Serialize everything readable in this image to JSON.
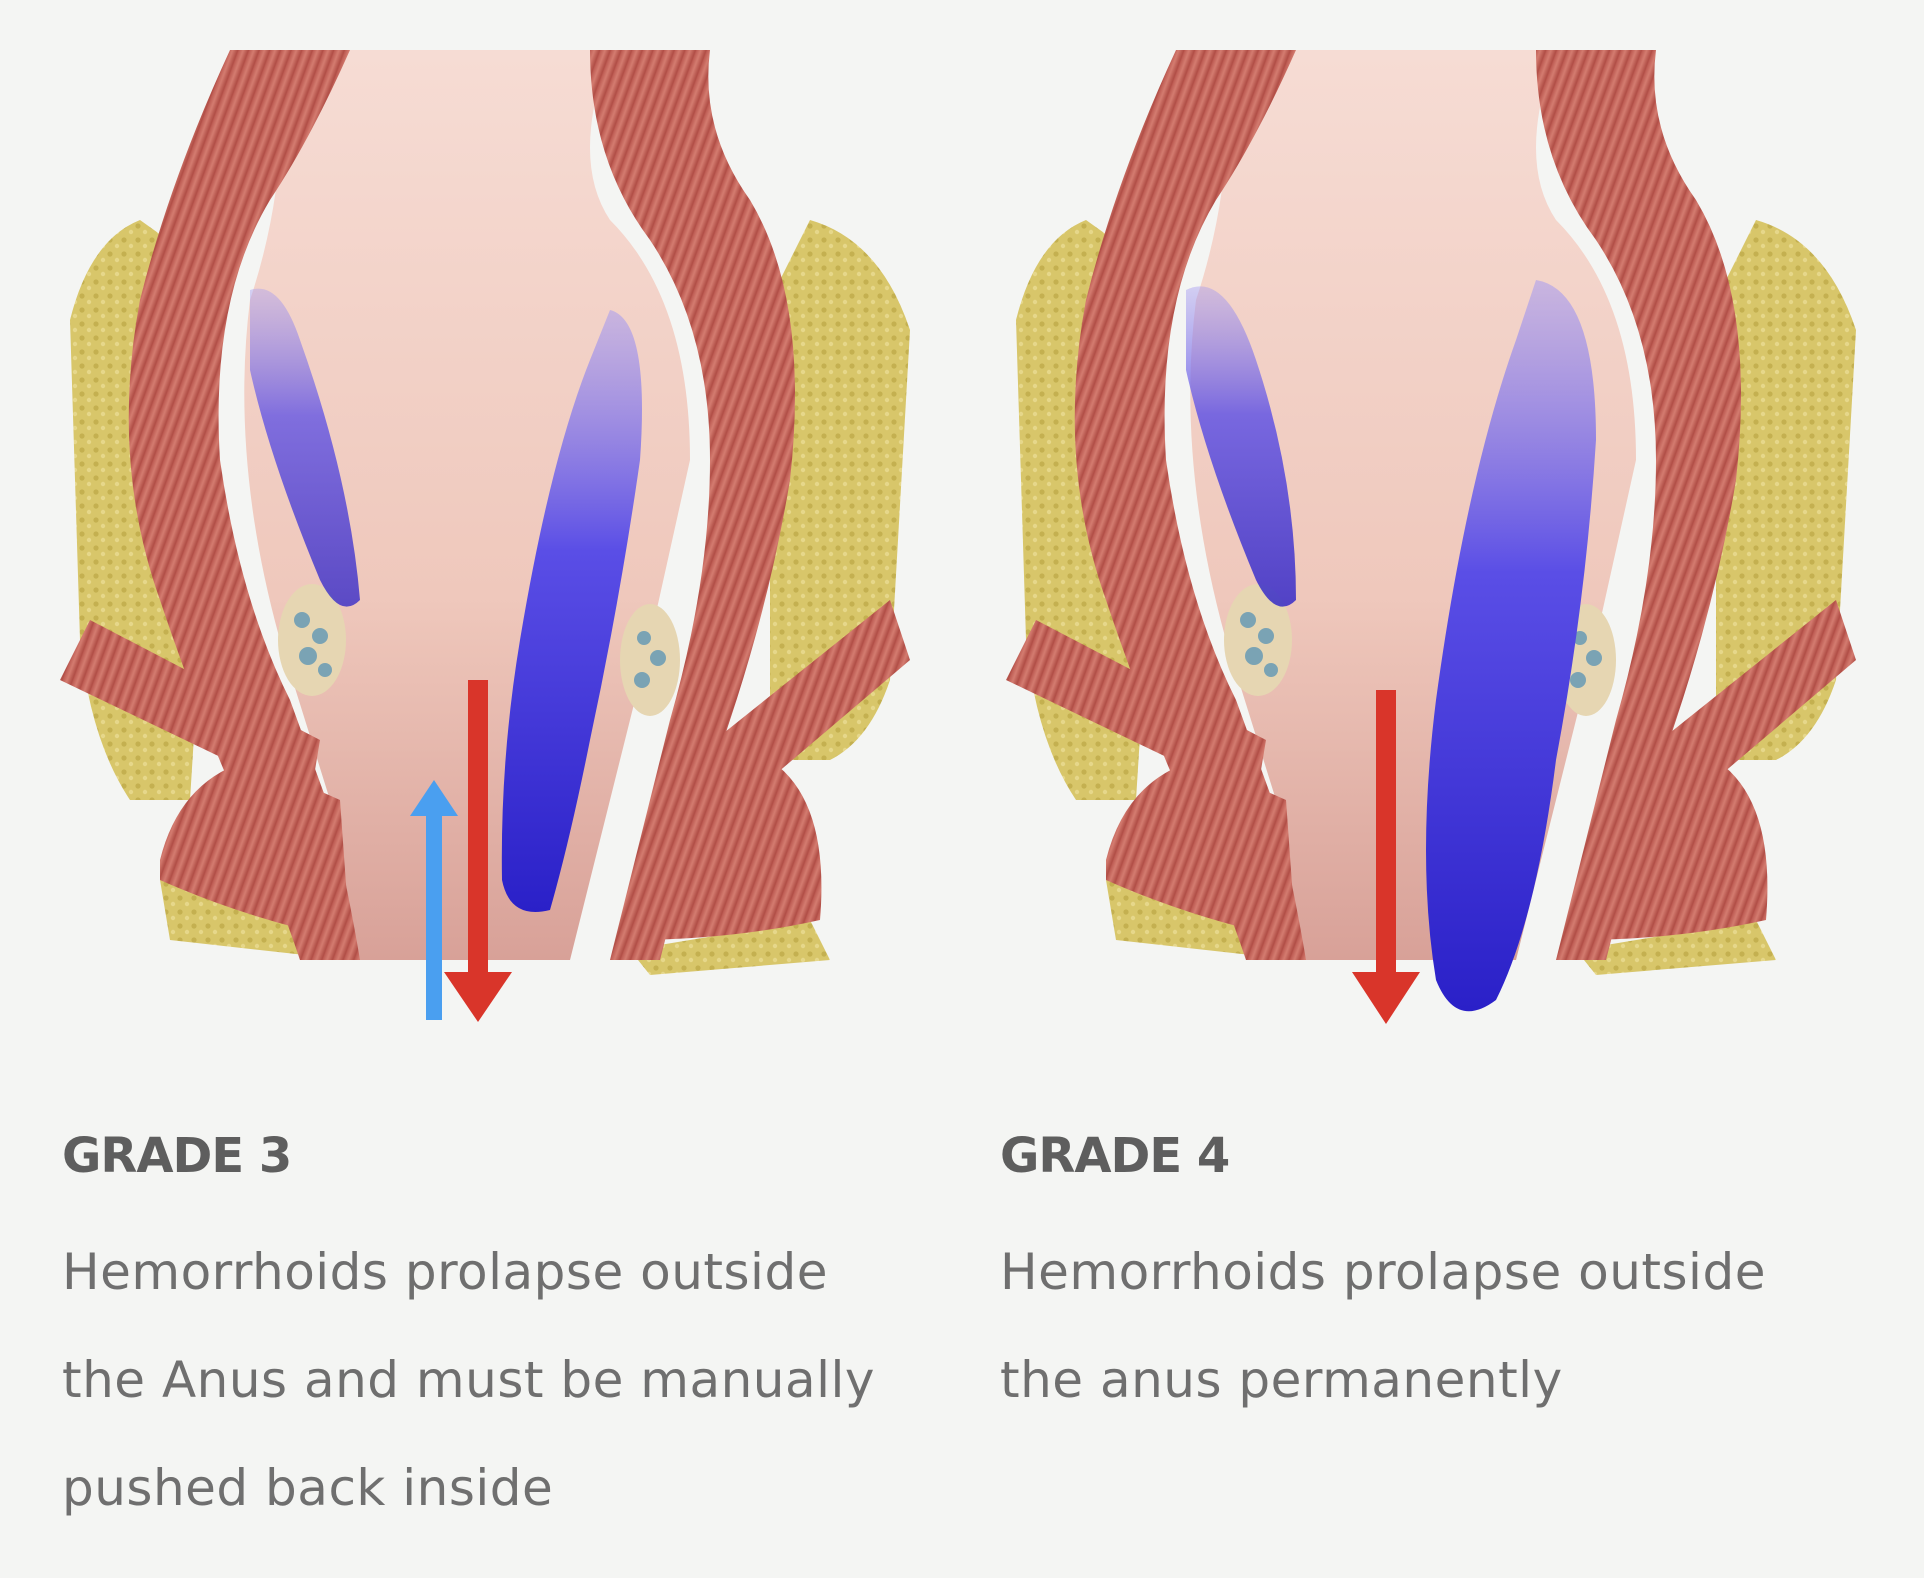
{
  "grades": [
    {
      "title": "GRADE 3",
      "description_lines": [
        "Hemorrhoids prolapse outside",
        "the Anus and must be manually",
        "pushed back inside"
      ],
      "arrows": [
        "up-arrow",
        "down-arrow"
      ]
    },
    {
      "title": "GRADE 4",
      "description_lines": [
        "Hemorrhoids prolapse outside",
        "the anus permanently"
      ],
      "arrows": [
        "down-arrow"
      ]
    }
  ],
  "colors": {
    "background": "#f4f5f3",
    "muscle": "#c8685e",
    "fat": "#d8c66a",
    "hemorrhoid": "#3a2fd6",
    "arrow_down": "#d9352a",
    "arrow_up": "#4a9ff0",
    "title_text": "#5e5e5e",
    "body_text": "#6f6f6f"
  }
}
